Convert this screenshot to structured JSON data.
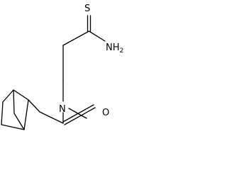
{
  "molecule": {
    "atoms": {
      "thione_sulfur": "S",
      "amide_nitrogen_label": "NH",
      "amide_nitrogen_subscript": "2",
      "amine_nitrogen": "N",
      "carbonyl_oxygen": "O"
    }
  }
}
